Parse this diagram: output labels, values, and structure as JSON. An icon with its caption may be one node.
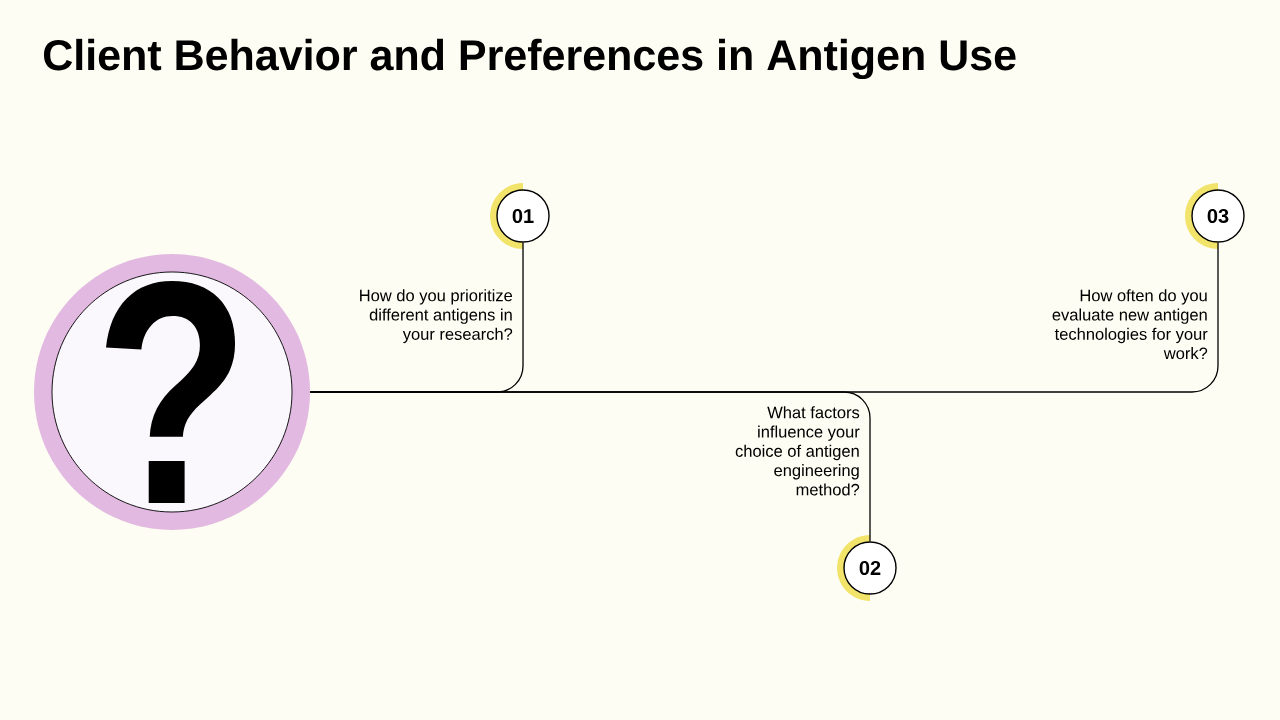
{
  "diagram": {
    "title": "Client Behavior and Preferences in Antigen Use",
    "nodes": [
      {
        "text": [
          "?"
        ]
      },
      {
        "text": [
          "01"
        ],
        "beside": [
          "How do you prioritize different antigens in your research?"
        ]
      },
      {
        "text": [
          "02"
        ],
        "beside": [
          "What factors influence your choice of antigen engineering method?"
        ]
      },
      {
        "text": [
          "03"
        ],
        "beside": [
          "How often do you evaluate new antigen technologies for your work?"
        ]
      }
    ],
    "edges": [
      {
        "from": 0,
        "to": 1,
        "arrow": "none"
      },
      {
        "from": 0,
        "to": 2,
        "arrow": "none"
      },
      {
        "from": 0,
        "to": 3,
        "arrow": "none"
      }
    ]
  }
}
